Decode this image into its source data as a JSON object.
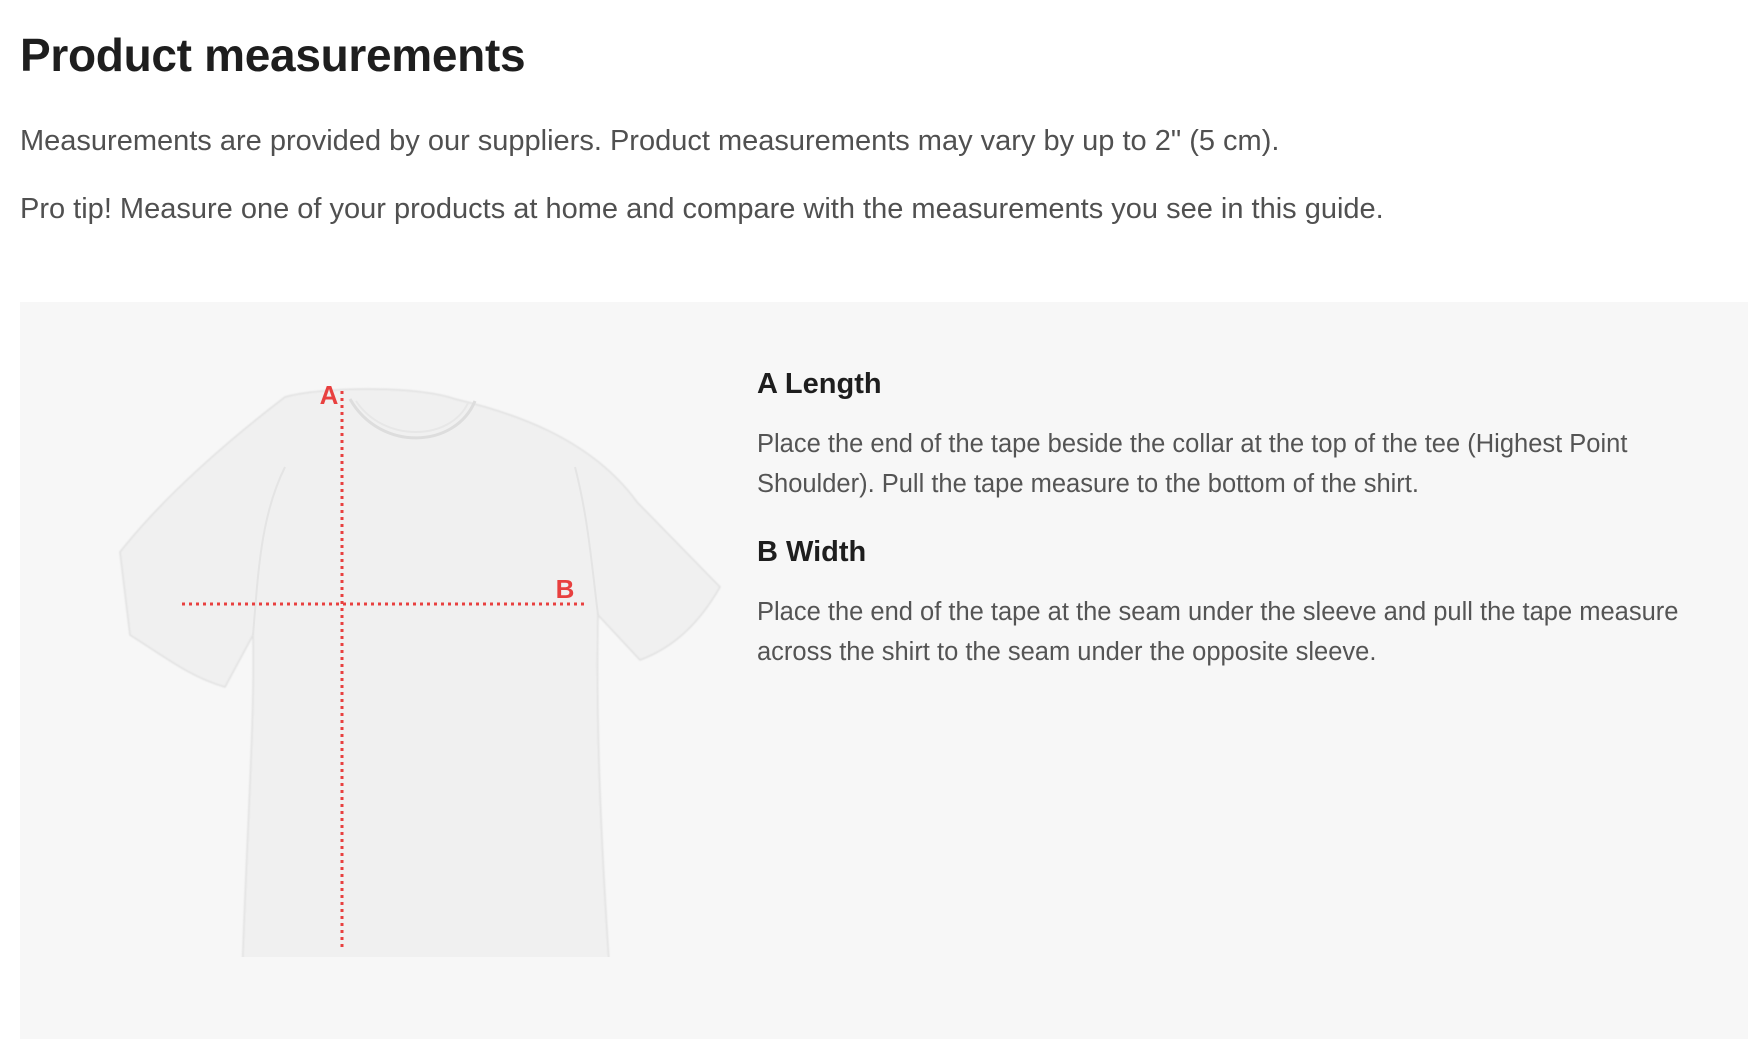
{
  "header": {
    "title": "Product measurements",
    "intro_1": "Measurements are provided by our suppliers. Product measurements may vary by up to 2\" (5 cm).",
    "intro_2": "Pro tip! Measure one of your products at home and compare with the measurements you see in this guide."
  },
  "diagram": {
    "label_a": "A",
    "label_b": "B",
    "marker_color": "#e8403f",
    "panel_color": "#f7f7f7"
  },
  "measurements": {
    "a": {
      "title": "A Length",
      "description": "Place the end of the tape beside the collar at the top of the tee (Highest Point Shoulder). Pull the tape measure to the bottom of the shirt."
    },
    "b": {
      "title": "B Width",
      "description": "Place the end of the tape at the seam under the sleeve and pull the tape measure across the shirt to the seam under the opposite sleeve."
    }
  }
}
